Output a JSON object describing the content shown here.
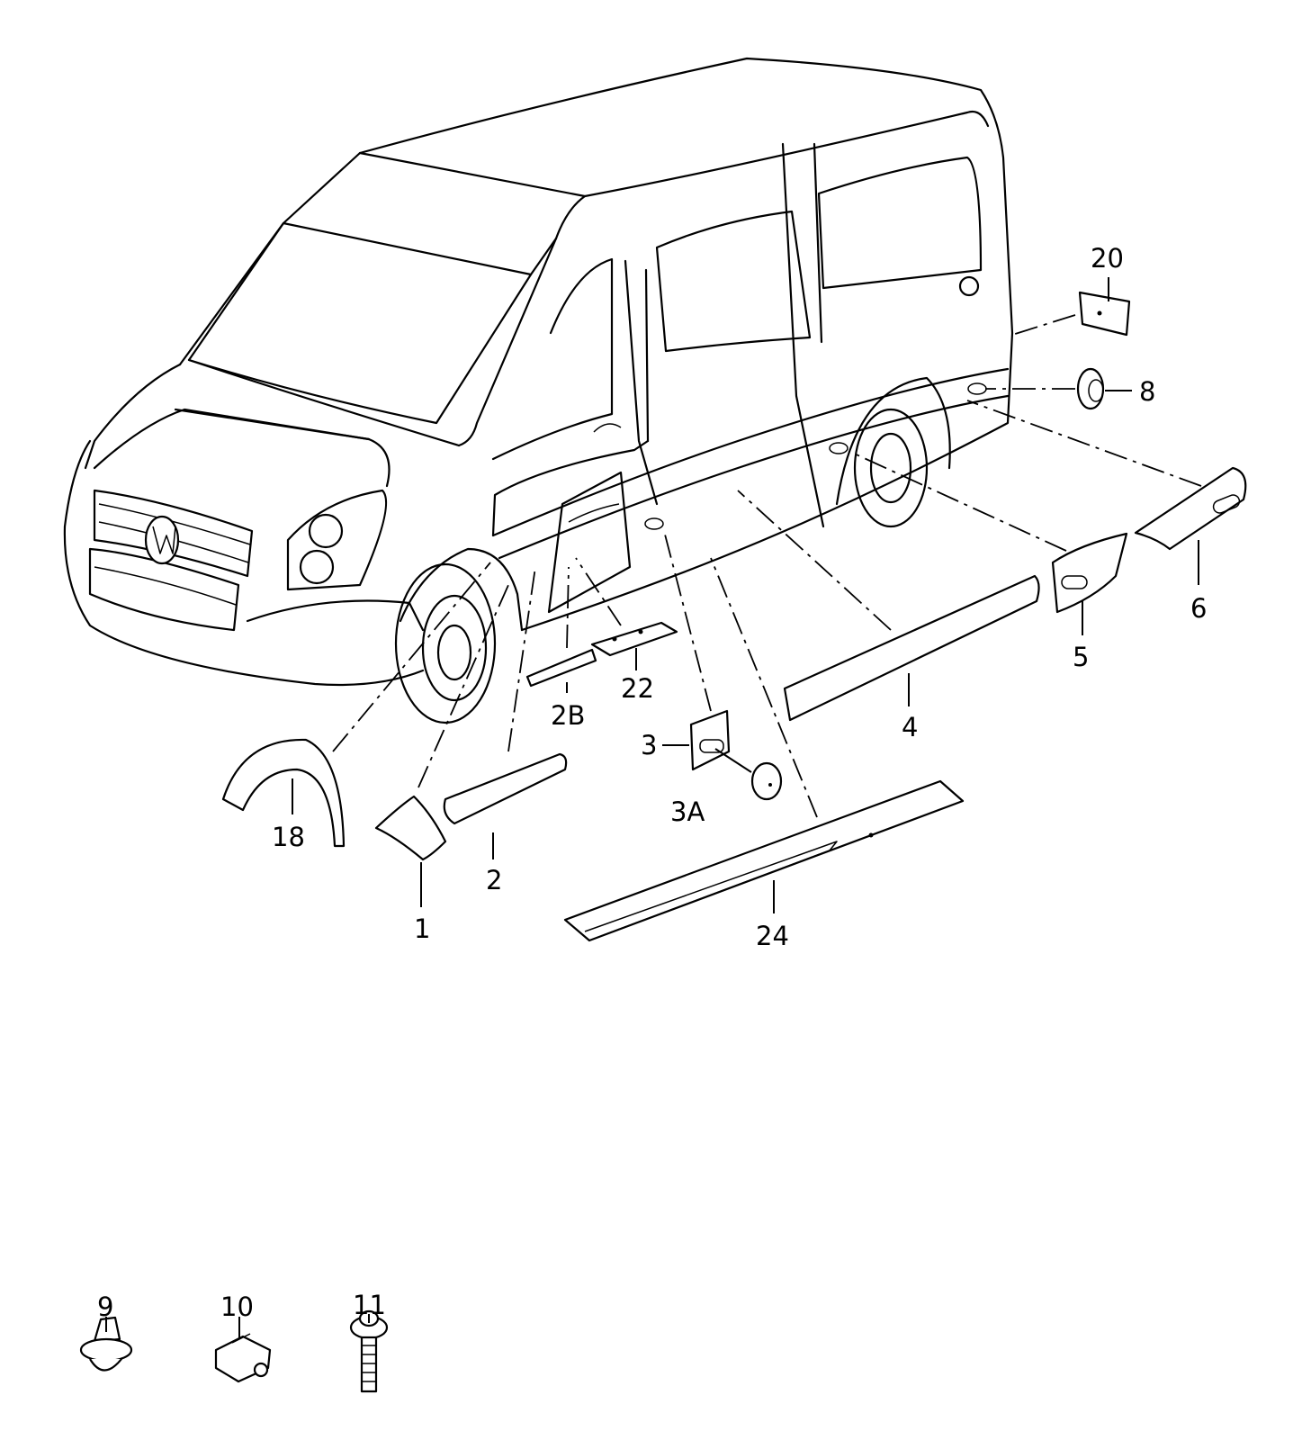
{
  "callouts": {
    "c1": "1",
    "c2": "2",
    "c2b": "2B",
    "c3": "3",
    "c3a": "3A",
    "c4": "4",
    "c5": "5",
    "c6": "6",
    "c8": "8",
    "c9": "9",
    "c10": "10",
    "c11": "11",
    "c18": "18",
    "c20": "20",
    "c22": "22",
    "c24": "24"
  },
  "colors": {
    "line": "#000000",
    "background": "#ffffff"
  }
}
